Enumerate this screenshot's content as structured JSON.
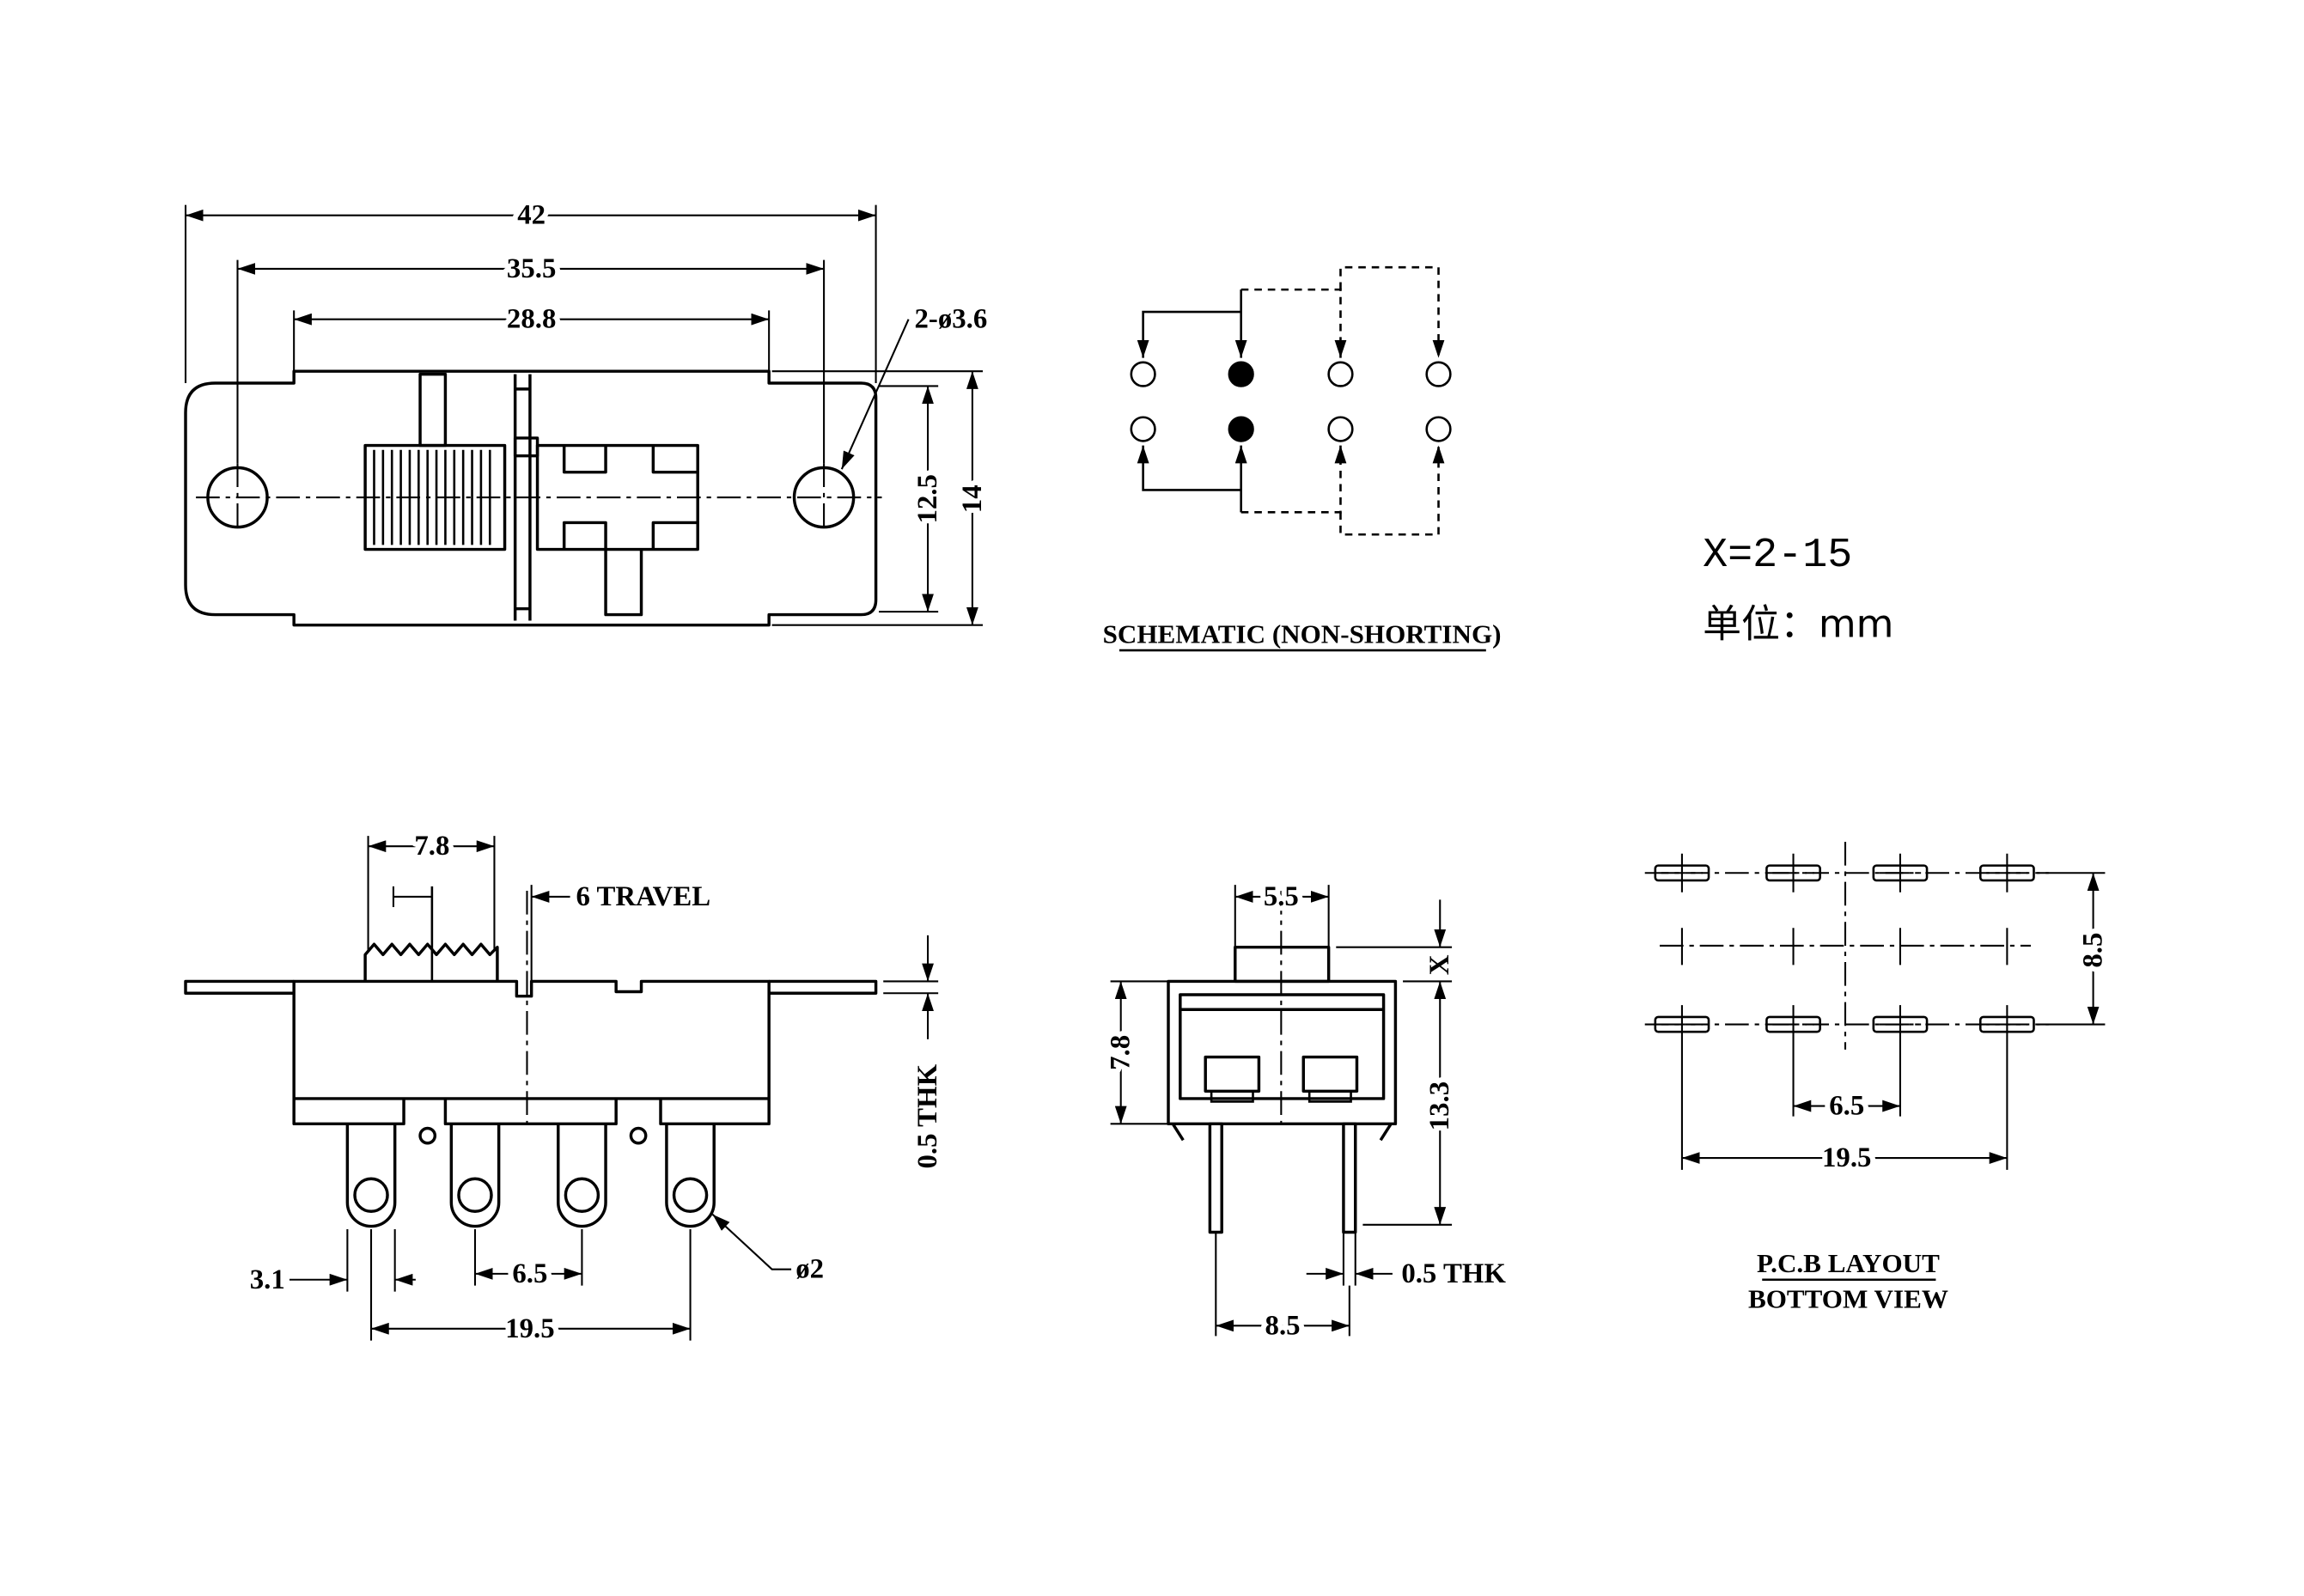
{
  "top_view": {
    "dim_overall": "42",
    "dim_hole_spacing": "35.5",
    "dim_body": "28.8",
    "hole_callout": "2-ø3.6",
    "dim_hole_height": "12.5",
    "dim_height": "14"
  },
  "schematic": {
    "caption": "SCHEMATIC (NON-SHORTING)"
  },
  "notes": {
    "x_range": "X=2-15",
    "unit": "单位：mm"
  },
  "side_view": {
    "dim_knob": "7.8",
    "travel": "6 TRAVEL",
    "thickness": "0.5 THK",
    "pin_hole": "ø2",
    "pin_width": "3.1",
    "pin_pitch": "6.5",
    "pin_span": "19.5"
  },
  "end_view": {
    "dim_actuator": "5.5",
    "dim_x": "X",
    "dim_body_height": "7.8",
    "dim_total_height": "13.3",
    "pin_thickness": "0.5 THK",
    "pin_spacing": "8.5"
  },
  "pcb_layout": {
    "dim_row_spacing": "8.5",
    "dim_pitch": "6.5",
    "dim_span": "19.5",
    "title": "P.C.B LAYOUT",
    "subtitle": "BOTTOM VIEW"
  }
}
